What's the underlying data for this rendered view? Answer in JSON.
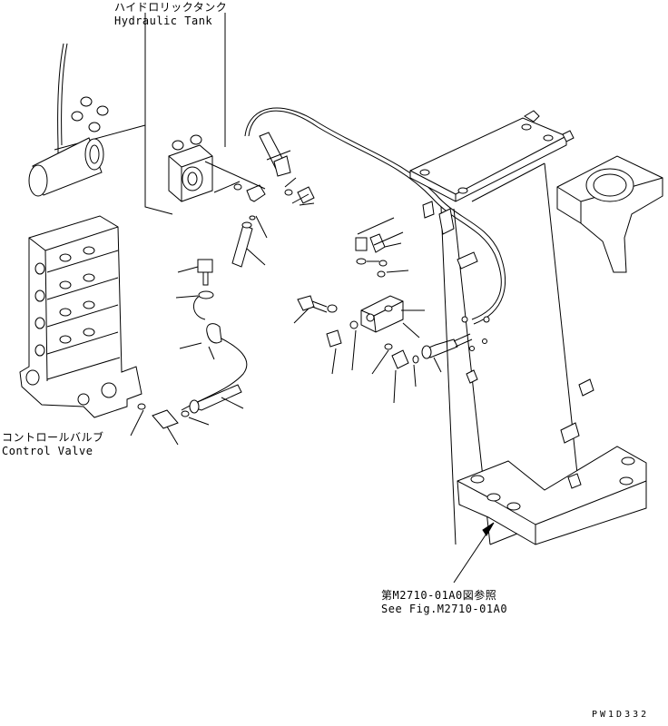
{
  "labels": {
    "tank_jp": "ハイドロリックタンク",
    "tank_en": "Hydraulic Tank",
    "valve_jp": "コントロールバルブ",
    "valve_en": "Control Valve",
    "fig_jp": "第M2710-01A0図参照",
    "fig_en": "See Fig.M2710-01A0",
    "drawing_code": "PW1D332"
  },
  "colors": {
    "ink": "#000000",
    "paper": "#ffffff"
  }
}
